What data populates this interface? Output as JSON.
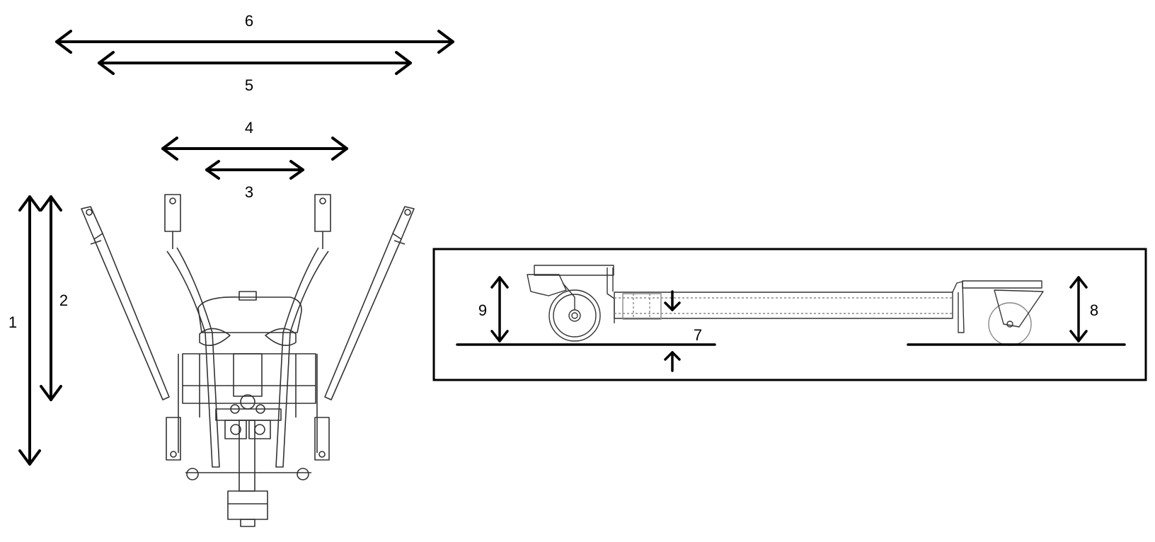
{
  "dimension_labels": {
    "d1": "1",
    "d2": "2",
    "d3": "3",
    "d4": "4",
    "d5": "5",
    "d6": "6",
    "d7": "7",
    "d8": "8",
    "d9": "9"
  },
  "colors": {
    "line": "#000000",
    "drawing": "#333333",
    "light": "#888888",
    "background": "#ffffff"
  }
}
